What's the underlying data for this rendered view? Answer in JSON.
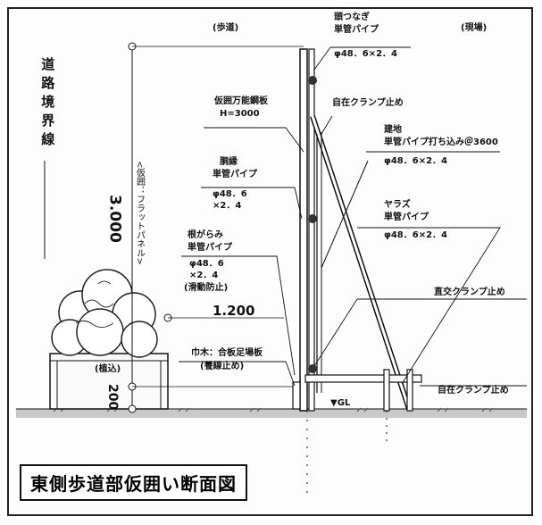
{
  "header": {
    "sidewalk": "(歩道)",
    "site": "(現場)"
  },
  "boundary_label": "道路境界線",
  "dimensions": {
    "height_total": "3.000",
    "height_panel": "<仮囲：フラットパネル>",
    "width": "1.200",
    "base": "200"
  },
  "callouts": {
    "top_tie_1": "頭つなぎ",
    "top_tie_2": "単管パイプ",
    "top_tie_3": "φ48．6×2．4",
    "panel_1": "仮囲万能鋼板",
    "panel_2": "H=3000",
    "clamp_free_top": "自在クランプ止め",
    "post_1": "建地",
    "post_2": "単管パイプ打ち込み＠3600",
    "post_3": "φ48．6×2．4",
    "rail_1": "胴縁",
    "rail_2": "単管パイプ",
    "rail_3": "φ48．6",
    "rail_4": "×2．4",
    "brace_1": "ヤラズ",
    "brace_2": "単管パイプ",
    "brace_3": "φ48．6×2．4",
    "sill_1": "根がらみ",
    "sill_2": "単管パイプ",
    "sill_3": "φ48．6",
    "sill_4": "×2．4",
    "sill_5": "(滑動防止)",
    "clamp_cross": "直交クランプ止め",
    "toeboard_1": "巾木：合板足場板",
    "toeboard_2": "(養線止め)",
    "planter": "(植込)",
    "gl": "▼GL",
    "clamp_free_bottom": "自在クランプ止め"
  },
  "title": "東側歩道部仮囲い断面図"
}
